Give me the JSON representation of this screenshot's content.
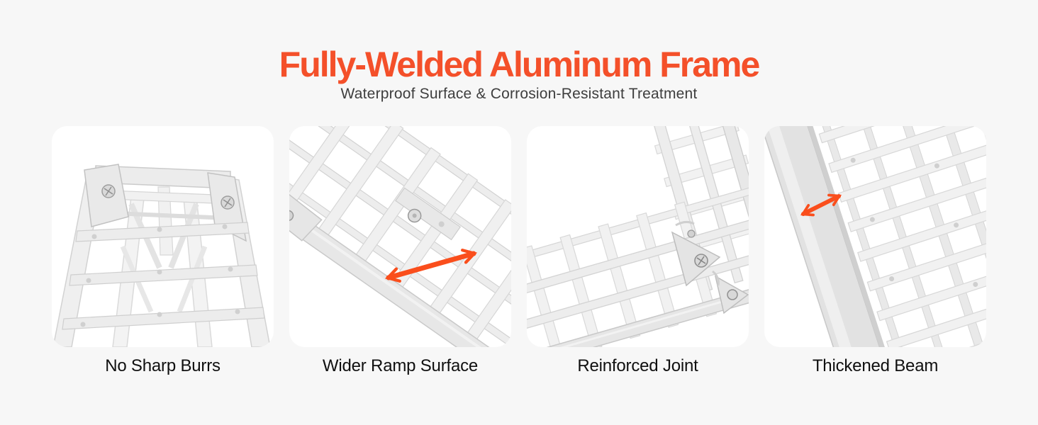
{
  "header": {
    "title": "Fully-Welded Aluminum Frame",
    "subtitle": "Waterproof Surface & Corrosion-Resistant Treatment"
  },
  "features": [
    {
      "caption": "No Sharp Burrs",
      "photo": "folded-ramp-top-photo",
      "annotation": "none"
    },
    {
      "caption": "Wider Ramp Surface",
      "photo": "ramp-surface-photo",
      "annotation": "double-headed-width-arrow"
    },
    {
      "caption": "Reinforced Joint",
      "photo": "ramp-joint-photo",
      "annotation": "none"
    },
    {
      "caption": "Thickened Beam",
      "photo": "ramp-side-beam-photo",
      "annotation": "double-headed-beam-arrow"
    }
  ],
  "colors": {
    "background": "#F7F7F7",
    "card_background": "#FFFFFF",
    "title_accent": "#F4502A",
    "arrow_accent": "#FA4E1C",
    "subtitle_text": "#3E3E3E",
    "caption_text": "#101010"
  }
}
